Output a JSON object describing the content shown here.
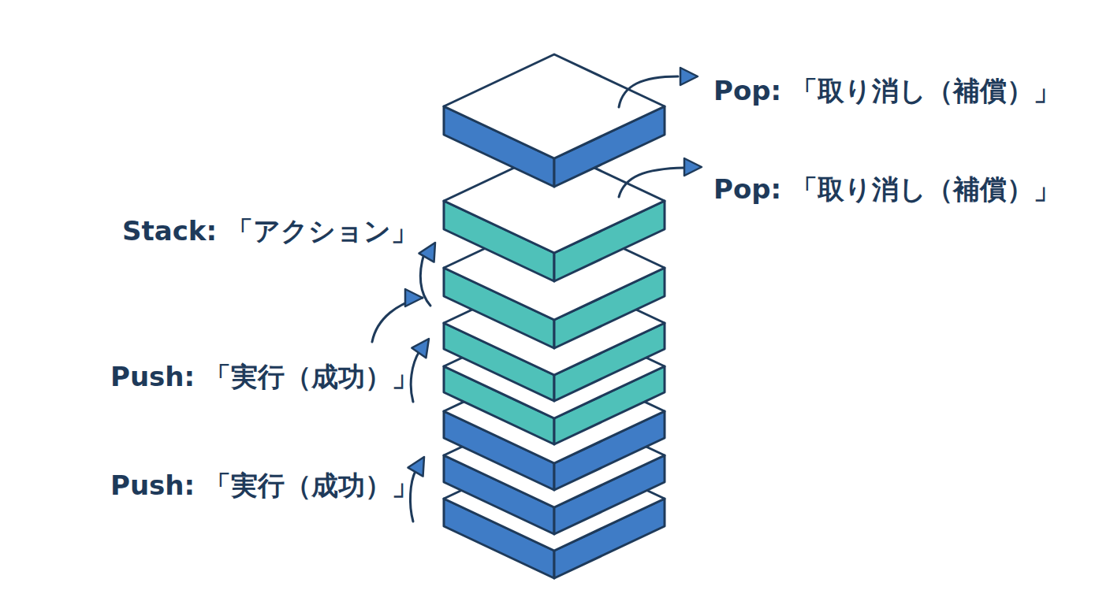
{
  "diagram": {
    "labels": [
      "Pop: 「取り消し（補償）」",
      "Pop: 「取り消し（補償）」",
      "Stack: 「アクション」",
      "Push: 「実行（成功）」",
      "Push: 「実行（成功）」"
    ]
  }
}
